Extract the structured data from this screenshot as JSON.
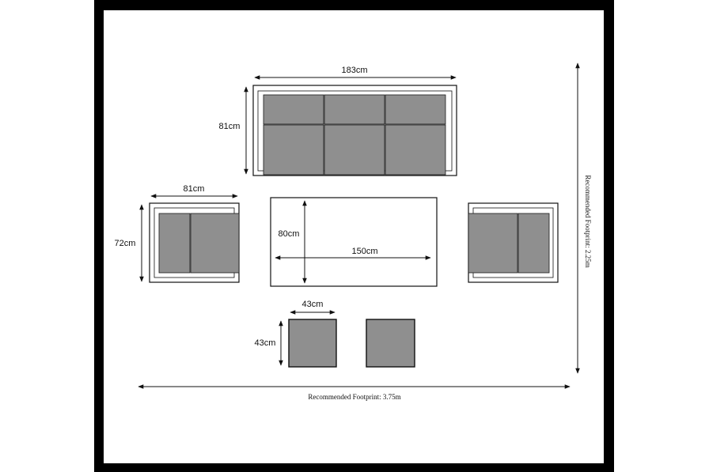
{
  "colors": {
    "frame": "#000000",
    "background": "#ffffff",
    "cushion": "#8f8f8f",
    "cushion_stroke": "#1a1a1a",
    "outline": "#111111"
  },
  "sofa": {
    "width_label": "183cm",
    "depth_label": "81cm"
  },
  "armchair": {
    "width_label": "81cm",
    "depth_label": "72cm"
  },
  "table": {
    "depth_label": "80cm",
    "width_label": "150cm"
  },
  "stool": {
    "width_label": "43cm",
    "depth_label": "43cm"
  },
  "footprint": {
    "vertical_label": "Recommended Footprint: 2.25m",
    "horizontal_label": "Recommended Footprint: 3.75m"
  }
}
